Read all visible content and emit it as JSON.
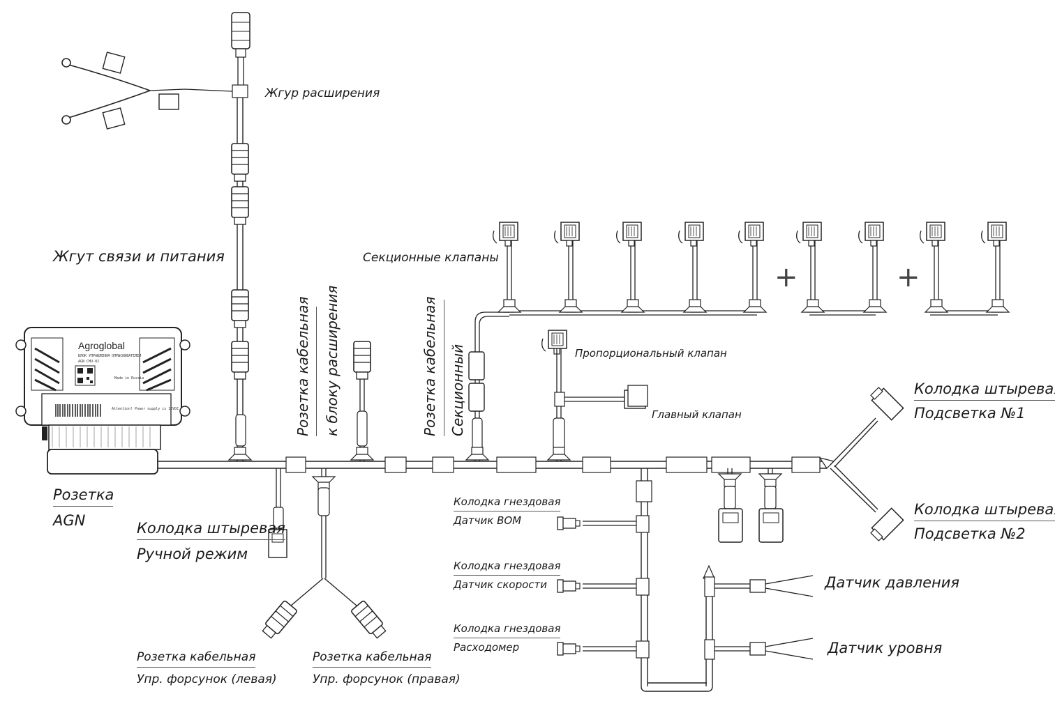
{
  "labels": {
    "expansion_harness": "Жгур расширения",
    "comm_power_harness": "Жгут связи и питания",
    "section_valves": "Секционные клапаны",
    "socket_agn_1": "Розетка",
    "socket_agn_2": "AGN",
    "manual_mode_1": "Колодка штыревая",
    "manual_mode_2": "Ручной режим",
    "injector_left_1": "Розетка кабельная",
    "injector_left_2": "Упр. форсунок (левая)",
    "injector_right_1": "Розетка кабельная",
    "injector_right_2": "Упр. форсунок (правая)",
    "expansion_socket_1": "Розетка кабельная",
    "expansion_socket_2": "к блоку расширения",
    "section_socket_1": "Розетка кабельная",
    "section_socket_2": "Секционный",
    "proportional_valve": "Пропорциональный клапан",
    "main_valve": "Главный клапан",
    "pto_1": "Колодка гнездовая",
    "pto_2": "Датчик ВОМ",
    "speed_1": "Колодка гнездовая",
    "speed_2": "Датчик скорости",
    "flow_1": "Колодка гнездовая",
    "flow_2": "Расходомер",
    "light1_1": "Колодка штыревая",
    "light1_2": "Подсветка №1",
    "light2_1": "Колодка штыревая",
    "light2_2": "Подсветка №2",
    "pressure_sensor": "Датчик давления",
    "level_sensor": "Датчик уровня",
    "plus": "+"
  },
  "device": {
    "brand": "Agroglobal",
    "title": "БЛОК УПРАВЛЕНИЯ ОПРЫСКИВАТЕЛЕМ",
    "model": "AGN CMU-02",
    "made_in": "Made in Russia",
    "attention": "Attention! Power supply is 12VDC"
  },
  "colors": {
    "line": "#333333",
    "connector_fill": "#ffffff",
    "text": "#1a1a1a"
  }
}
